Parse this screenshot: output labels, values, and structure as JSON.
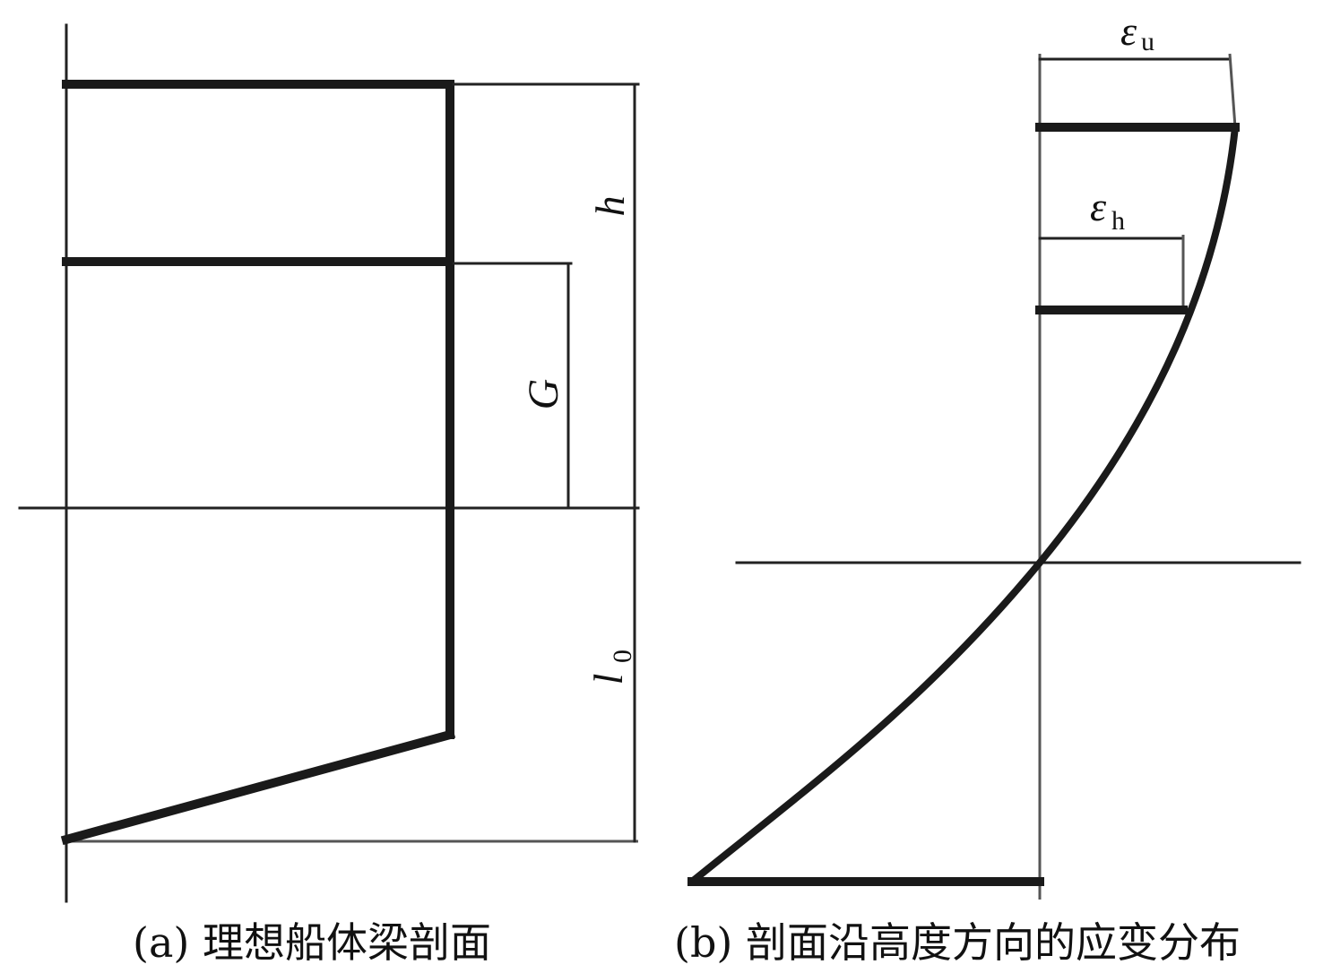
{
  "panel_a": {
    "caption": "(a) 理想船体梁剖面",
    "labels": {
      "h": "h",
      "G": "G",
      "l0_main": "l",
      "l0_sub": "0"
    }
  },
  "panel_b": {
    "caption": "(b) 剖面沿高度方向的应变分布",
    "labels": {
      "eps_u_main": "ε",
      "eps_u_sub": "u",
      "eps_h_main": "ε",
      "eps_h_sub": "h"
    }
  }
}
